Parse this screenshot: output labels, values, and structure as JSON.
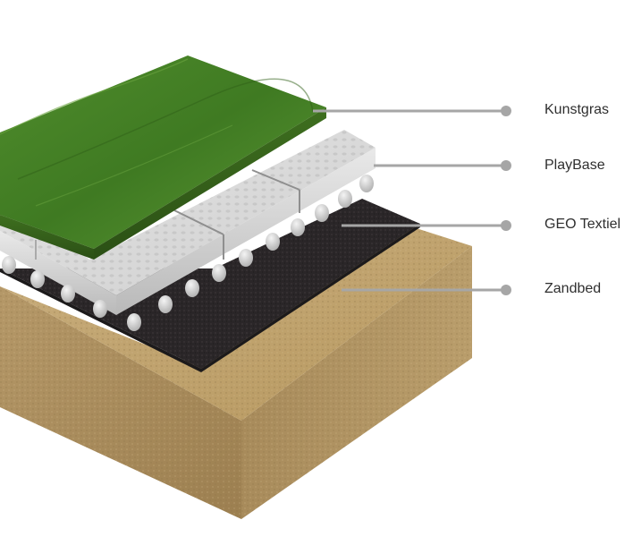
{
  "layers": [
    {
      "label": "Kunstgras"
    },
    {
      "label": "PlayBase"
    },
    {
      "label": "GEO Textiel"
    },
    {
      "label": "Zandbed"
    }
  ],
  "colors": {
    "grass": "#4c8a2c",
    "playbase": "#d9d9d9",
    "geotextile": "#2a2628",
    "sand": "#b99c68",
    "leader_line": "#a6a6a6"
  }
}
